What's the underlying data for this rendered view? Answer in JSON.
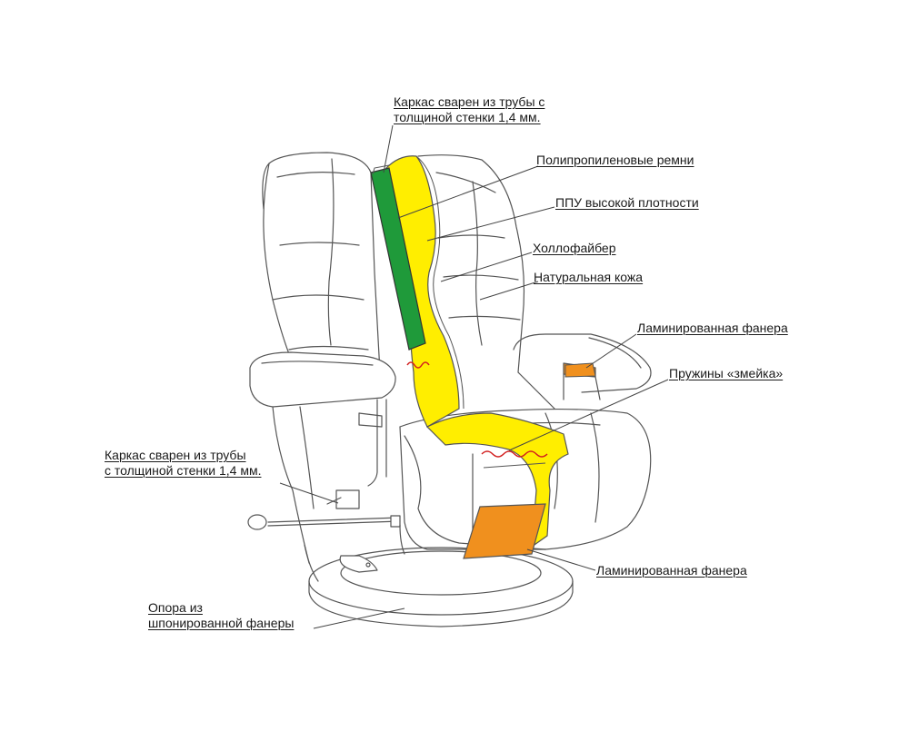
{
  "labels": {
    "frame_top": [
      "Каркас сварен из трубы с",
      "толщиной стенки 1,4 мм."
    ],
    "polypropylene_belts": "Полипропиленовые ремни",
    "hd_foam": "ППУ высокой плотности",
    "hollofiber": "Холлофайбер",
    "natural_leather": "Натуральная кожа",
    "laminated_plywood_top": "Ламинированная фанера",
    "snake_springs": "Пружины «змейка»",
    "frame_left": [
      "Каркас сварен из трубы",
      "с толщиной стенки 1,4 мм."
    ],
    "laminated_plywood_bottom": "Ламинированная фанера",
    "base": [
      "Опора из",
      "шпонированной фанеры"
    ]
  },
  "colors": {
    "outline": "#555555",
    "frame_green": "#1f9a3a",
    "foam_yellow": "#ffee00",
    "plywood_orange": "#f0901e",
    "spring_red": "#d21f1f"
  }
}
